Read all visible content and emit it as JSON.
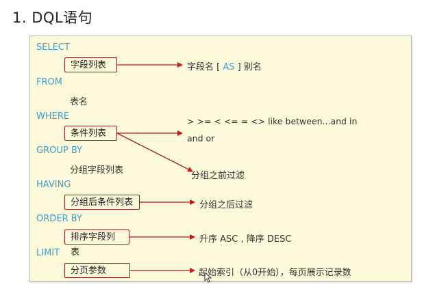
{
  "title": "1.  DQL语句",
  "keywords": {
    "select": "SELECT",
    "from": "FROM",
    "where": "WHERE",
    "group_by": "GROUP  BY",
    "having": "HAVING",
    "order_by": "ORDER BY",
    "limit": "LIMIT"
  },
  "boxes": {
    "field_list": "字段列表",
    "condition_list": "条件列表",
    "having_condition_list": "分组后条件列表",
    "sort_field_list": "排序字段列表",
    "paging_params": "分页参数"
  },
  "plain": {
    "table_name": "表名",
    "group_field_list": "分组字段列表"
  },
  "annotations": {
    "field_alias_prefix": "字段名 [",
    "field_alias_as": "AS",
    "field_alias_suffix": "] 别名",
    "operators_line1": "> >= < <= = <> like  between...and   in",
    "operators_line2": "and   or",
    "where_note": "分组之前过滤",
    "having_note": "分组之后过滤",
    "order_note": "升序 ASC , 降序 DESC",
    "limit_note": "起始索引（从0开始），每页展示记录数"
  },
  "colors": {
    "keyword": "#3e9dc7",
    "box_border": "#8b1a1a",
    "arrow": "#d0141a",
    "panel_bg": "#fcfadb"
  }
}
